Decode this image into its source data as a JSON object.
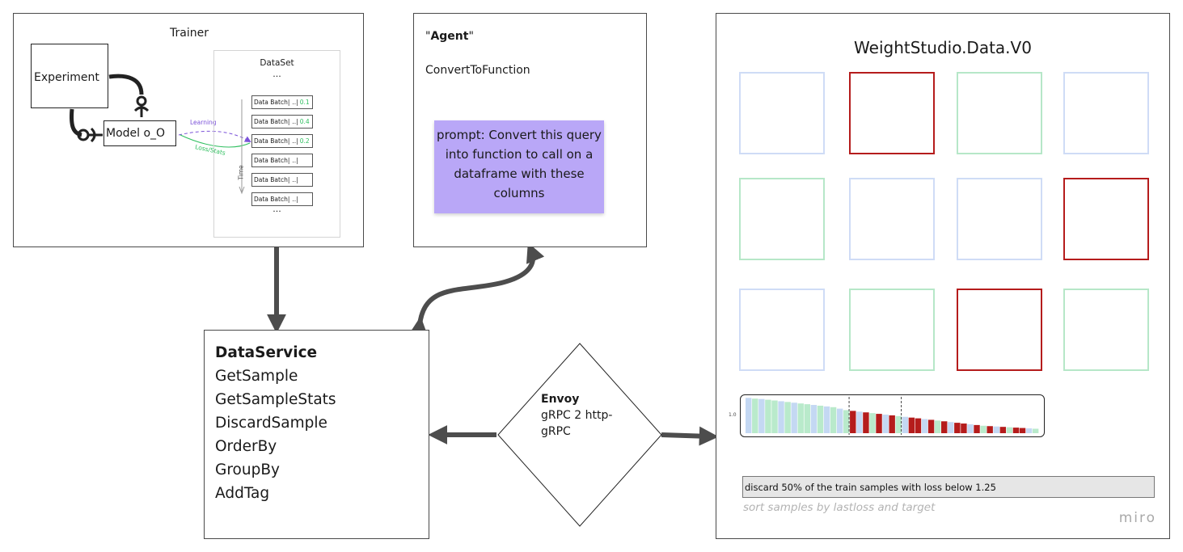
{
  "trainer": {
    "title": "Trainer",
    "experiment": "Experiment",
    "model": "Model o_O",
    "dataset_title": "DataSet",
    "dataset_ellipsis_top": "...",
    "dataset_ellipsis_bottom": "...",
    "learning_label": "Learning",
    "loss_label": "Loss/Stats",
    "time_label": "Time",
    "batches": [
      {
        "label": "Data Batch|",
        "sep": "..|",
        "value": "0.1"
      },
      {
        "label": "Data Batch|",
        "sep": "..|",
        "value": "0.4"
      },
      {
        "label": "Data Batch|",
        "sep": "..|",
        "value": "0.2"
      },
      {
        "label": "Data Batch|",
        "sep": "..|",
        "value": ""
      },
      {
        "label": "Data Batch|",
        "sep": "..|",
        "value": ""
      },
      {
        "label": "Data Batch|",
        "sep": "..|",
        "value": ""
      }
    ]
  },
  "agent": {
    "title_quote_open": "\"",
    "title": "Agent",
    "title_quote_close": "\"",
    "subtitle": "ConvertToFunction",
    "prompt": "prompt: Convert this query into function to call on a dataframe with these columns"
  },
  "dataservice": {
    "title": "DataService",
    "methods": [
      "GetSample",
      "GetSampleStats",
      "DiscardSample",
      "OrderBy",
      "GroupBy",
      "AddTag"
    ]
  },
  "envoy": {
    "title": "Envoy",
    "line1": "gRPC 2 http-",
    "line2": "gRPC"
  },
  "studio": {
    "title": "WeightStudio.Data.V0",
    "grid_colors": [
      [
        "blue",
        "red",
        "green",
        "blue"
      ],
      [
        "green",
        "blue",
        "blue",
        "red"
      ],
      [
        "blue",
        "green",
        "red",
        "green"
      ]
    ],
    "chart_axis_label": "1.0",
    "query_value": "discard 50% of the train samples with loss below 1.25",
    "query_hint": "sort samples by lastloss and target",
    "watermark": "miro"
  },
  "chart_data": {
    "type": "bar",
    "title": "",
    "xlabel": "",
    "ylabel": "",
    "yticks": [
      "1.0"
    ],
    "values": [
      0.95,
      0.93,
      0.92,
      0.9,
      0.88,
      0.86,
      0.84,
      0.82,
      0.8,
      0.78,
      0.76,
      0.74,
      0.72,
      0.7,
      0.66,
      0.62,
      0.6,
      0.58,
      0.56,
      0.54,
      0.52,
      0.5,
      0.48,
      0.46,
      0.44,
      0.42,
      0.4,
      0.38,
      0.36,
      0.34,
      0.32,
      0.3,
      0.28,
      0.26,
      0.24,
      0.22,
      0.2,
      0.19,
      0.18,
      0.17,
      0.16,
      0.15,
      0.14,
      0.13,
      0.12
    ],
    "colors": [
      "#c4d8f3",
      "#b9eacb",
      "#c4d8f3",
      "#b9eacb",
      "#b9eacb",
      "#c4d8f3",
      "#b9eacb",
      "#c4d8f3",
      "#b9eacb",
      "#b9eacb",
      "#c4d8f3",
      "#b9eacb",
      "#c4d8f3",
      "#b9eacb",
      "#c4d8f3",
      "#b9eacb",
      "#b51c1c",
      "#c4d8f3",
      "#b51c1c",
      "#b9eacb",
      "#b51c1c",
      "#c4d8f3",
      "#b51c1c",
      "#b9eacb",
      "#c4d8f3",
      "#b51c1c",
      "#b51c1c",
      "#c4d8f3",
      "#b51c1c",
      "#b9eacb",
      "#b51c1c",
      "#c4d8f3",
      "#b51c1c",
      "#b51c1c",
      "#c4d8f3",
      "#b51c1c",
      "#b9eacb",
      "#b51c1c",
      "#c4d8f3",
      "#b51c1c",
      "#b9eacb",
      "#b51c1c",
      "#b51c1c",
      "#c4d8f3",
      "#b9eacb"
    ],
    "dashed_markers_at_index": [
      16,
      24
    ],
    "grid": false
  }
}
